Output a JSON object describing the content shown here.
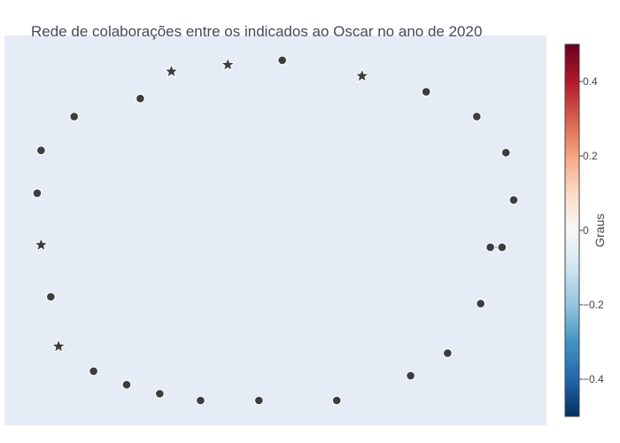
{
  "chart_data": {
    "type": "scatter",
    "title": "Rede de colaborações entre os indicados ao Oscar no ano de 2020",
    "xlabel": "",
    "ylabel": "",
    "xlim": [
      -1.08,
      1.08
    ],
    "ylim": [
      -1.1,
      1.1
    ],
    "grid": false,
    "node_color": "#3d3d3d",
    "node_outline": "#ffffff",
    "background": "#e5ecf6",
    "nodes": [
      {
        "x": 0.33,
        "y": 1.0,
        "marker": "circle"
      },
      {
        "x": 0.74,
        "y": 0.93,
        "marker": "star"
      },
      {
        "x": 1.07,
        "y": 0.86,
        "marker": "circle"
      },
      {
        "x": 1.33,
        "y": 0.75,
        "marker": "circle"
      },
      {
        "x": 1.48,
        "y": 0.59,
        "marker": "circle"
      },
      {
        "x": 1.52,
        "y": 0.38,
        "marker": "circle"
      },
      {
        "x": 1.46,
        "y": 0.17,
        "marker": "circle"
      },
      {
        "x": 1.4,
        "y": 0.17,
        "marker": "circle"
      },
      {
        "x": 1.35,
        "y": -0.08,
        "marker": "circle"
      },
      {
        "x": 1.18,
        "y": -0.3,
        "marker": "circle"
      },
      {
        "x": 0.99,
        "y": -0.4,
        "marker": "circle"
      },
      {
        "x": 0.61,
        "y": -0.51,
        "marker": "circle"
      },
      {
        "x": 0.21,
        "y": -0.51,
        "marker": "circle"
      },
      {
        "x": -0.09,
        "y": -0.51,
        "marker": "circle"
      },
      {
        "x": -0.3,
        "y": -0.48,
        "marker": "circle"
      },
      {
        "x": -0.47,
        "y": -0.44,
        "marker": "circle"
      },
      {
        "x": -0.64,
        "y": -0.38,
        "marker": "circle"
      },
      {
        "x": -0.82,
        "y": -0.27,
        "marker": "star"
      },
      {
        "x": -0.86,
        "y": -0.05,
        "marker": "circle"
      },
      {
        "x": -0.91,
        "y": 0.18,
        "marker": "star"
      },
      {
        "x": -0.93,
        "y": 0.41,
        "marker": "circle"
      },
      {
        "x": -0.91,
        "y": 0.6,
        "marker": "circle"
      },
      {
        "x": -0.74,
        "y": 0.75,
        "marker": "circle"
      },
      {
        "x": -0.4,
        "y": 0.83,
        "marker": "circle"
      },
      {
        "x": -0.24,
        "y": 0.95,
        "marker": "star"
      },
      {
        "x": 0.05,
        "y": 0.98,
        "marker": "star"
      }
    ],
    "edges": [
      [
        6,
        7
      ]
    ],
    "colorbar": {
      "title": "Graus",
      "range": [
        -0.5,
        0.5
      ],
      "ticks": [
        -0.4,
        -0.2,
        0,
        0.2,
        0.4
      ],
      "tick_labels": [
        "−0.4",
        "−0.2",
        "0",
        "0.2",
        "0.4"
      ],
      "colorscale": [
        "#053061",
        "#2166ac",
        "#4393c3",
        "#92c5de",
        "#d1e5f0",
        "#f7f7f7",
        "#fddbc7",
        "#f4a582",
        "#d6604d",
        "#b2182b",
        "#67001f"
      ]
    }
  }
}
